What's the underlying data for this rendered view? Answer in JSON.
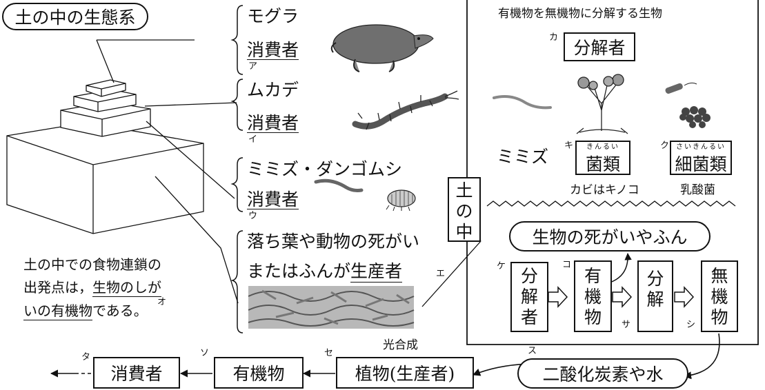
{
  "title": "土の中の生態系",
  "levels": {
    "top": {
      "name": "モグラ",
      "role": "消費者",
      "mark": "ア"
    },
    "second": {
      "name": "ムカデ",
      "role": "消費者",
      "mark": "イ"
    },
    "third": {
      "name": "ミミズ・ダンゴムシ",
      "role": "消費者",
      "mark": "ウ"
    },
    "base": {
      "line1": "落ち葉や動物の死がい",
      "line2_prefix": "またはふんが",
      "line2_role": "生産者",
      "mark": "エ"
    }
  },
  "note": {
    "line1": "土の中での食物連鎖の",
    "line2_prefix": "出発点は，",
    "line2_ul": "生物のしが",
    "line3_ul": "いの有機物",
    "line3_suffix": "である。",
    "mark": "オ"
  },
  "soil_label": "土の中",
  "decomposer_panel": {
    "heading": "有機物を無機物に分解する生物",
    "mark_ka": "カ",
    "box": "分解者",
    "earthworm": "ミミズ",
    "mark_ki": "キ",
    "fungi_ruby": "きんるい",
    "fungi": "菌類",
    "mark_ku": "ク",
    "bacteria_ruby": "さいきんるい",
    "bacteria": "細菌類",
    "fungi_examples": "カビはキノコ",
    "bacteria_example": "乳酸菌"
  },
  "flow": {
    "dead_matter": "生物の死がいやふん",
    "mark_ke": "ケ",
    "decomposer": "分解者",
    "mark_ko": "コ",
    "organic": "有機物",
    "decompose": "分解",
    "mark_sa": "サ",
    "inorganic": "無機物",
    "mark_shi": "シ"
  },
  "chain": {
    "mark_su": "ス",
    "co2": "二酸化炭素や水",
    "photosynthesis": "光合成",
    "mark_se": "セ",
    "plant": "植物(生産者)",
    "mark_so": "ソ",
    "organic": "有機物",
    "mark_ta": "タ",
    "consumer": "消費者"
  }
}
